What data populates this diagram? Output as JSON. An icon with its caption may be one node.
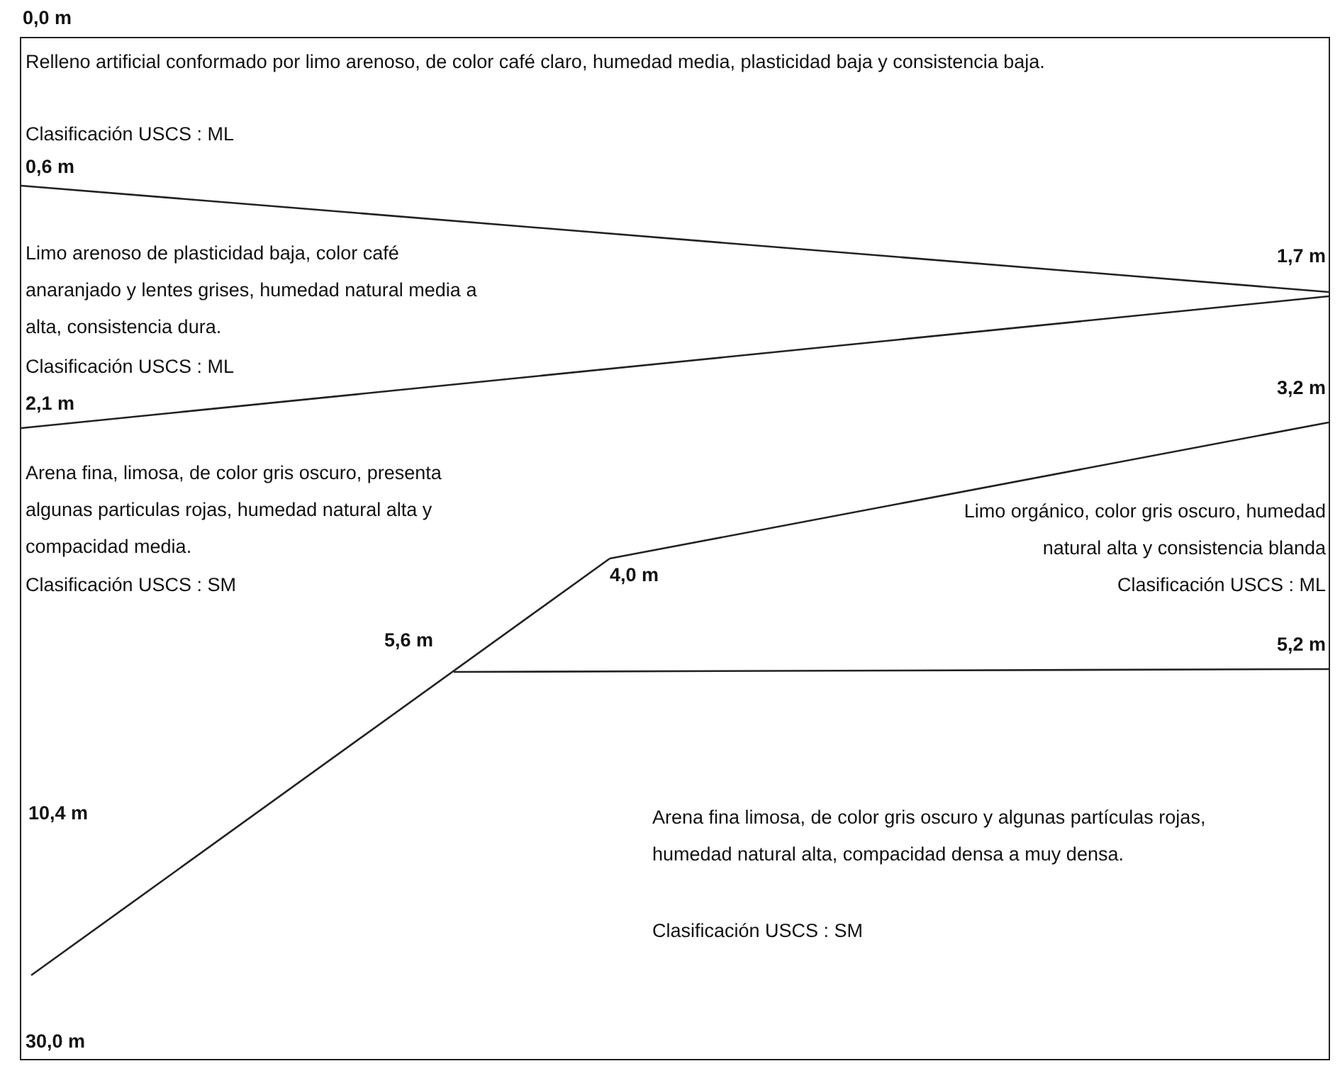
{
  "diagram": {
    "labels": [
      "0,0 m",
      "Relleno artificial conformado por limo arenoso, de color café claro, humedad media, plasticidad baja y consistencia baja.",
      "Clasificación USCS : ML",
      "0,6 m",
      "1,7 m",
      "Limo arenoso de plasticidad baja, color café anaranjado y lentes grises, humedad natural media a alta, consistencia dura.",
      "Clasificación USCS : ML",
      "2,1 m",
      "3,2 m",
      "Arena fina, limosa, de color gris oscuro, presenta algunas particulas rojas, humedad natural alta y compacidad media.",
      "Limo orgánico, color gris oscuro, humedad natural alta y consistencia blanda",
      "Clasificación USCS : SM",
      "4,0 m",
      "Clasificación USCS : ML",
      "5,6 m",
      "5,2 m",
      "10,4 m",
      "Arena fina limosa, de color gris oscuro y algunas partículas rojas, humedad natural alta, compacidad densa a muy densa.",
      "Clasificación USCS : SM",
      "30,0 m"
    ]
  }
}
